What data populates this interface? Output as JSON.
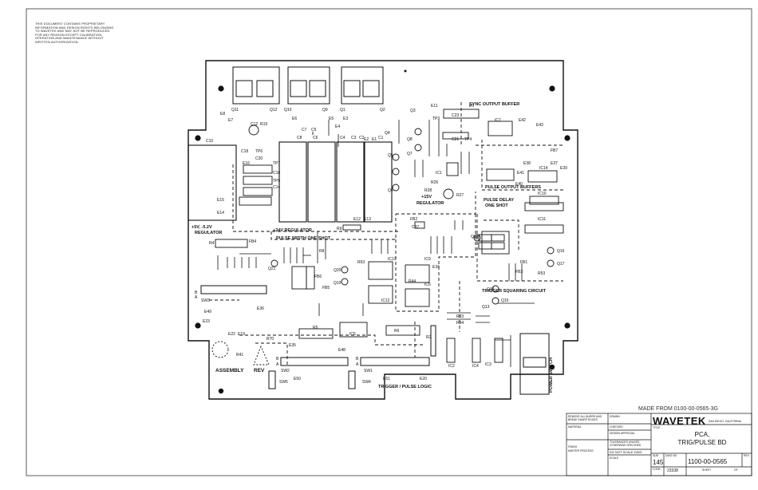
{
  "notice": "THIS DOCUMENT CONTAINS PROPRIETARY INFORMATION AND DESIGN RIGHTS BELONGING TO WAVETEK AND MAY NOT BE REPRODUCED FOR ANY REASON EXCEPT CALIBRATION, OPERATION AND MAINTENANCE WITHOUT WRITTEN AUTHORIZATION",
  "made_from": "MADE FROM 0100-00-0565-3G",
  "sections": {
    "sync_output_buffer": "SYNC OUTPUT BUFFER",
    "pulse_output_buffers": "PULSE OUTPUT BUFFERS",
    "pulse_delay": "PULSE DELAY",
    "one_shot": "ONE SHOT",
    "regulator_15v": "+15V",
    "regulator_label": "REGULATOR",
    "regulator_24v": "+24V REGULATOR",
    "pulse_width_one_shot": "PULSE WIDTH ONE SHOT",
    "reg_5v": "+5V, -5.2V",
    "reg_5v_label": "REGULATOR",
    "trigger_squaring": "TRIGGER SQUARING CIRCUIT",
    "trigger_pulse_logic": "TRIGGER / PULSE LOGIC",
    "assembly": "ASSEMBLY",
    "rev": "REV",
    "power_switch": "POWER SWITCH"
  },
  "components": {
    "c10": "C10",
    "q11": "Q11",
    "q12": "Q12",
    "q10": "Q10",
    "q9": "Q9",
    "q1": "Q1",
    "q2": "Q2",
    "e8": "E8",
    "e7": "E7",
    "e6": "E6",
    "e5": "E5",
    "e4": "E4",
    "e3": "E3",
    "e2": "E2",
    "e1": "E1",
    "r19": "R19",
    "c12": "C12",
    "e16": "E16",
    "e15": "E15",
    "e14": "E14",
    "c18": "C18",
    "tp6": "TP6",
    "c20": "C20",
    "tp7": "TP7",
    "c16": "C16",
    "tp5": "TP5",
    "c14": "C14",
    "c8": "C8",
    "c6": "C6",
    "c7": "C7",
    "c5": "C5",
    "c4": "C4",
    "c3": "C3",
    "c2": "C2",
    "c1": "C1",
    "e11": "E11",
    "e9": "E9",
    "e12": "E12",
    "e13": "E13",
    "q3": "Q3",
    "q4": "Q4",
    "q5": "Q5",
    "q6": "Q6",
    "q7": "Q7",
    "q8": "Q8",
    "c23": "C23",
    "tp3": "TP3",
    "c21": "C21",
    "tp4": "TP4",
    "ic1": "IC1",
    "r26": "R26",
    "r27": "R27",
    "r28": "R28",
    "ic7": "IC7",
    "e42": "E42",
    "e43": "E43",
    "fb7": "FB7",
    "e39": "E39",
    "ic14": "IC14",
    "e37": "E37",
    "e38": "E38",
    "e40": "E40",
    "e41": "E41",
    "ic10": "IC10",
    "ic11": "IC11",
    "fb2": "FB2",
    "c37": "C37",
    "r4": "R4",
    "fb4": "FB4",
    "r9": "R9",
    "e34": "E34",
    "ic13": "IC13",
    "ic9": "IC9",
    "ic6": "IC6",
    "ic12": "IC12",
    "r63": "R63",
    "r44": "R44",
    "q20": "Q20",
    "q19": "Q19",
    "q21": "Q21",
    "fb5": "FB5",
    "fb6": "FB6",
    "r8": "R8",
    "q18": "Q18",
    "q16": "Q16",
    "q17": "Q17",
    "fb1": "FB1",
    "fb3": "FB3",
    "r53": "R53",
    "q14": "Q14",
    "q15": "Q15",
    "q13": "Q13",
    "sw3": "SW3",
    "e49": "E49",
    "e36": "E36",
    "e23": "E23",
    "e22": "E22",
    "e19": "E19",
    "r5": "R5",
    "ic5": "IC5",
    "r6": "R6",
    "r2": "R2",
    "e35": "E35",
    "e48": "E48",
    "r70": "R70",
    "r41": "R41",
    "sw2": "SW2",
    "sw1": "SW1",
    "sw5": "SW5",
    "sw4": "SW4",
    "e50": "E50",
    "e51": "E51",
    "e20": "E20",
    "ic2": "IC2",
    "ic4": "IC4",
    "ic3": "IC3",
    "r33": "R33",
    "r34": "R34",
    "pin_a": "A",
    "pin_b": "B"
  },
  "title_block": {
    "company": "WAVETEK",
    "company_sub": "SAN DIEGO, CALIFORNIA",
    "title_line1": "PCA,",
    "title_line2": "TRIG/PULSE BD",
    "dwg_no": "1100-00-0565",
    "size": "145",
    "code": "23338",
    "note1": "REMOVE ALL BURRS AND BREAK SHARP EDGES",
    "material": "MATERIAL",
    "finish": "FINISH",
    "finish_sub": "MASTER PROCESS",
    "drawn": "DRAWN",
    "checked": "CHECKED",
    "design_approval": "DESIGN APPROVAL",
    "tolerances": "TOLERANCES UNLESS OTHERWISE SPECIFIED",
    "dont_scale": "DO NOT SCALE DWG",
    "scale": "SCALE",
    "sheet": "SHEET",
    "of": "OF",
    "title_lbl": "TITLE",
    "size_lbl": "SIZE",
    "code_lbl": "CODE",
    "dwg_lbl": "DWG NO",
    "rev_lbl": "REV"
  }
}
